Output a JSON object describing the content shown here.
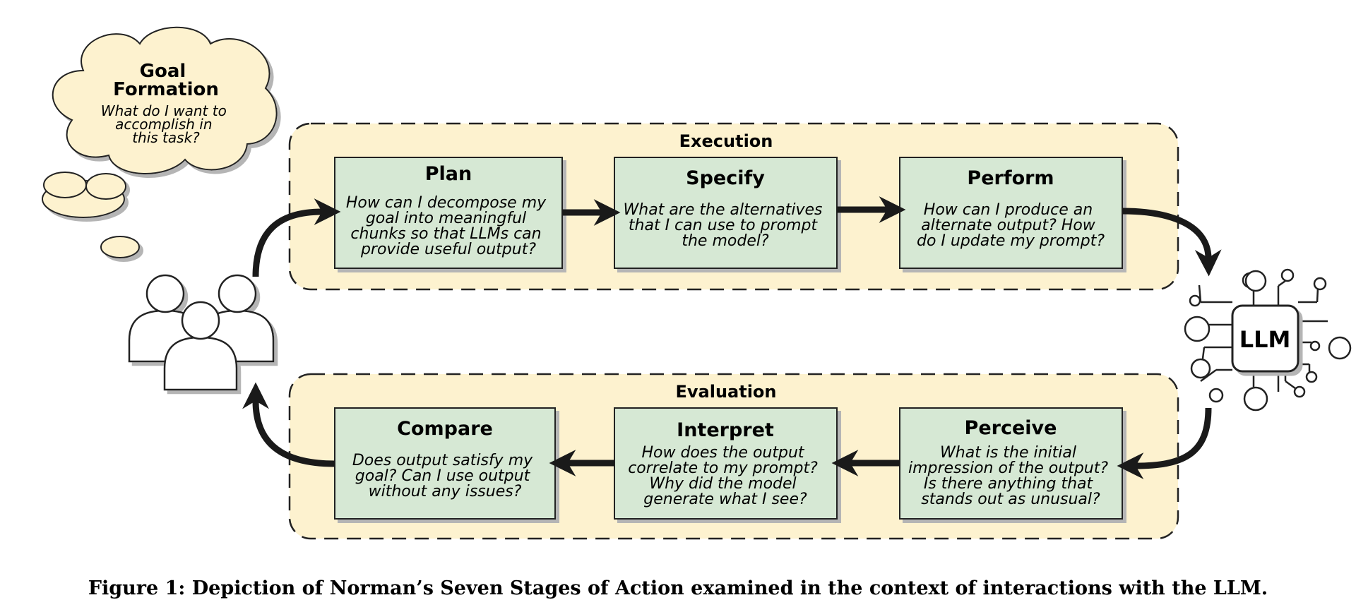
{
  "goal": {
    "title_lines": [
      "Goal",
      "Formation"
    ],
    "question_lines": [
      "What do I want to",
      "accomplish in",
      "this task?"
    ]
  },
  "execution": {
    "title": "Execution",
    "stages": [
      {
        "title": "Plan",
        "question_lines": [
          "How can I decompose my",
          "goal into meaningful",
          "chunks so that LLMs can",
          "provide useful output?"
        ]
      },
      {
        "title": "Specify",
        "question_lines": [
          "What are the alternatives",
          "that I can use to prompt",
          "the model?"
        ]
      },
      {
        "title": "Perform",
        "question_lines": [
          "How can I produce an",
          "alternate output? How",
          "do I update my prompt?"
        ]
      }
    ]
  },
  "evaluation": {
    "title": "Evaluation",
    "stages": [
      {
        "title": "Compare",
        "question_lines": [
          "Does output satisfy my",
          "goal? Can I use output",
          "without any issues?"
        ]
      },
      {
        "title": "Interpret",
        "question_lines": [
          "How does the output",
          "correlate to my prompt?",
          "Why did the model",
          "generate what I see?"
        ]
      },
      {
        "title": "Perceive",
        "question_lines": [
          "What is the initial",
          "impression of the output?",
          "Is there anything that",
          "stands out as unusual?"
        ]
      }
    ]
  },
  "llm": {
    "label": "LLM"
  },
  "icons": {
    "users": "users-icon",
    "llm": "chip-icon",
    "thought": "thought-cloud-icon"
  },
  "colors": {
    "panel": "#fdf2cf",
    "box": "#d6e8d4",
    "cloud": "#fdf2cf",
    "arrow": "#1a1a1a",
    "shadow": "#b5b5b5"
  },
  "caption": "Figure 1: Depiction of Norman’s Seven Stages of Action examined in the context of interactions with the LLM."
}
